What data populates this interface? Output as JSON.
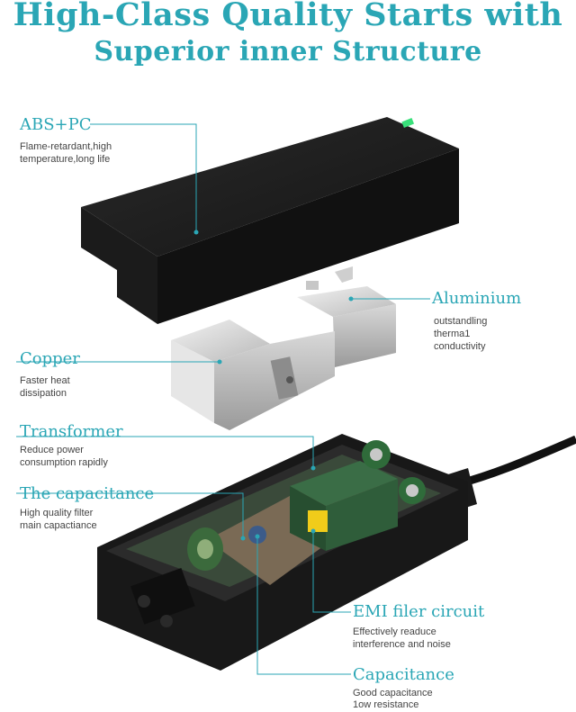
{
  "header": {
    "line1": "High-Class Quality Starts with",
    "line2": "Superior inner Structure"
  },
  "callouts": {
    "abs_pc": {
      "title": "ABS+PC",
      "desc1": "Flame-retardant,high",
      "desc2": "temperature,long life"
    },
    "aluminium": {
      "title": "Aluminium",
      "desc1": "outstandling",
      "desc2": "therma1",
      "desc3": "conductivity"
    },
    "copper": {
      "title": "Copper",
      "desc1": "Faster heat",
      "desc2": "dissipation"
    },
    "transformer": {
      "title": "Transformer",
      "desc1": "Reduce power",
      "desc2": "consumption rapidly"
    },
    "capacitance_main": {
      "title": "The capacitance",
      "desc1": "High quality filter",
      "desc2": "main capactiance"
    },
    "emi": {
      "title": "EMI filer circuit",
      "desc1": "Effectively readuce",
      "desc2": "interference and noise"
    },
    "capacitance": {
      "title": "Capacitance",
      "desc1": "Good capacitance",
      "desc2": "1ow resistance"
    }
  },
  "colors": {
    "accent": "#2aa6b5",
    "led": "#39e07a",
    "casing": "#1c1c1c",
    "pcb": "#2e5a3c",
    "transformer": "#2f5d3a"
  }
}
